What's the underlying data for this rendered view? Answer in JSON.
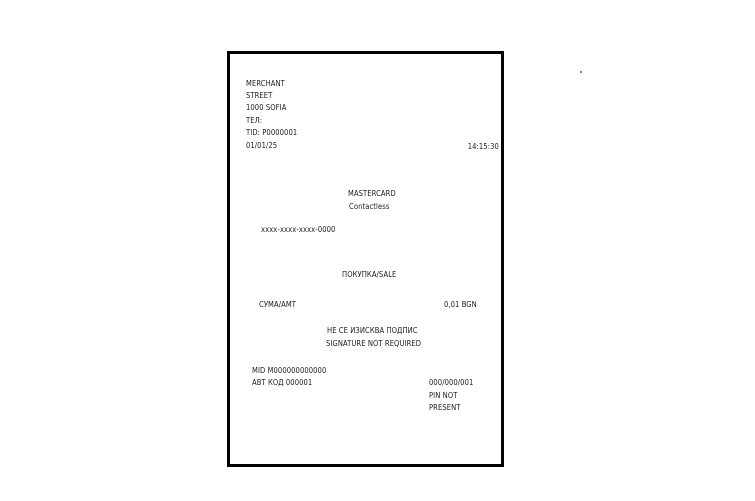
{
  "receipt": {
    "header": {
      "merchant": "MERCHANT",
      "street": "STREET",
      "city": "1000 SOFIA",
      "phone": "ТЕЛ:",
      "tid": "TID: P0000001",
      "date": "01/01/25",
      "time": "14:15:30"
    },
    "card": {
      "brand": "MASTERCARD",
      "mode": "Contactless",
      "pan": "xxxx-xxxx-xxxx-0000"
    },
    "transaction": {
      "type": "ПОКУПКА/SALE",
      "amount_label": "СУМА/АМТ",
      "amount_value": "0,01 BGN",
      "signature_bg": "НЕ СЕ ИЗИСКВА ПОДПИС",
      "signature_en": "SIGNATURE NOT REQUIRED"
    },
    "footer": {
      "mid": "MID  M000000000000",
      "auth_code": "АВТ КОД 000001",
      "ref": "000/000/001",
      "pin_line1": "PIN NOT",
      "pin_line2": "PRESENT"
    }
  }
}
